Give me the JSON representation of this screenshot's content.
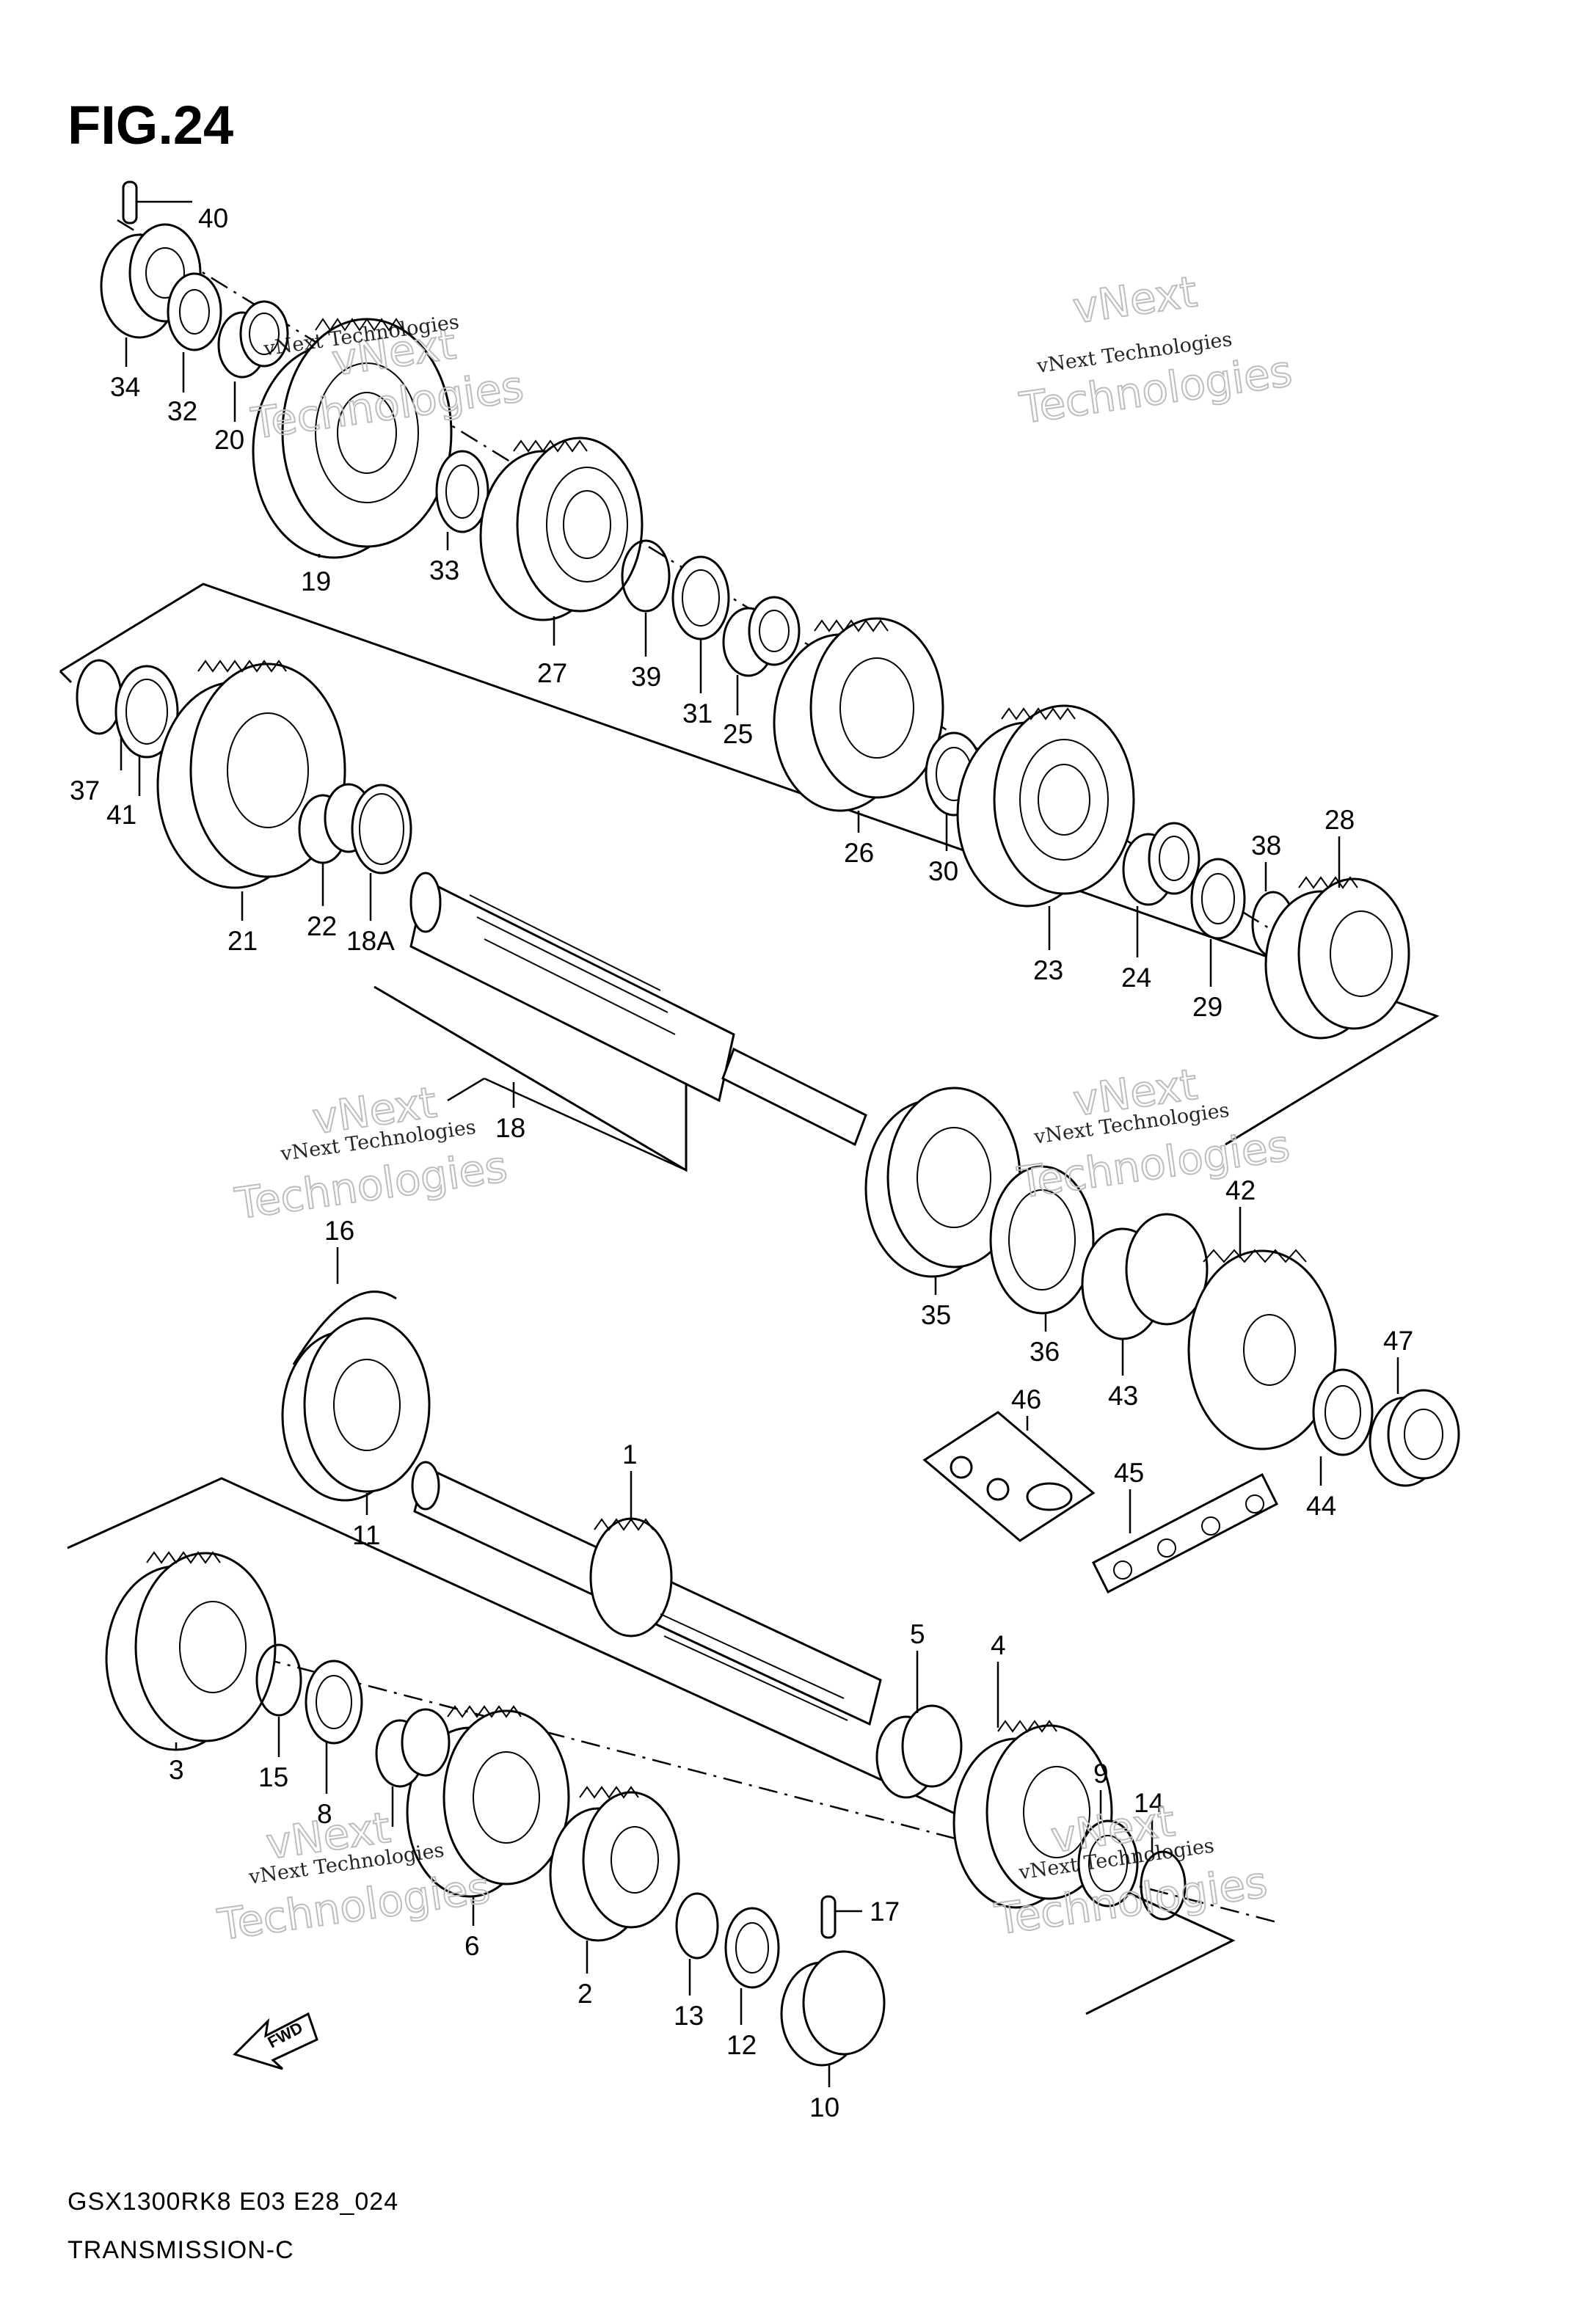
{
  "figure": {
    "title": "FIG.24",
    "model_code": "GSX1300RK8 E03 E28_024",
    "section_name": "TRANSMISSION-C",
    "fwd_label": "FWD"
  },
  "watermark": {
    "line1": "vNext Technologies",
    "line2": "vNext",
    "line3": "Technologies"
  },
  "callouts": [
    "1",
    "2",
    "3",
    "4",
    "5",
    "6",
    "8",
    "9",
    "10",
    "11",
    "12",
    "13",
    "14",
    "15",
    "16",
    "17",
    "18",
    "18A",
    "19",
    "20",
    "21",
    "22",
    "23",
    "24",
    "25",
    "26",
    "27",
    "28",
    "29",
    "30",
    "31",
    "32",
    "33",
    "34",
    "35",
    "36",
    "37",
    "38",
    "39",
    "40",
    "41",
    "42",
    "43",
    "44",
    "45",
    "46",
    "47"
  ],
  "colors": {
    "line": "#000000",
    "background": "#ffffff",
    "watermark_outline": "#bdbdbd"
  }
}
